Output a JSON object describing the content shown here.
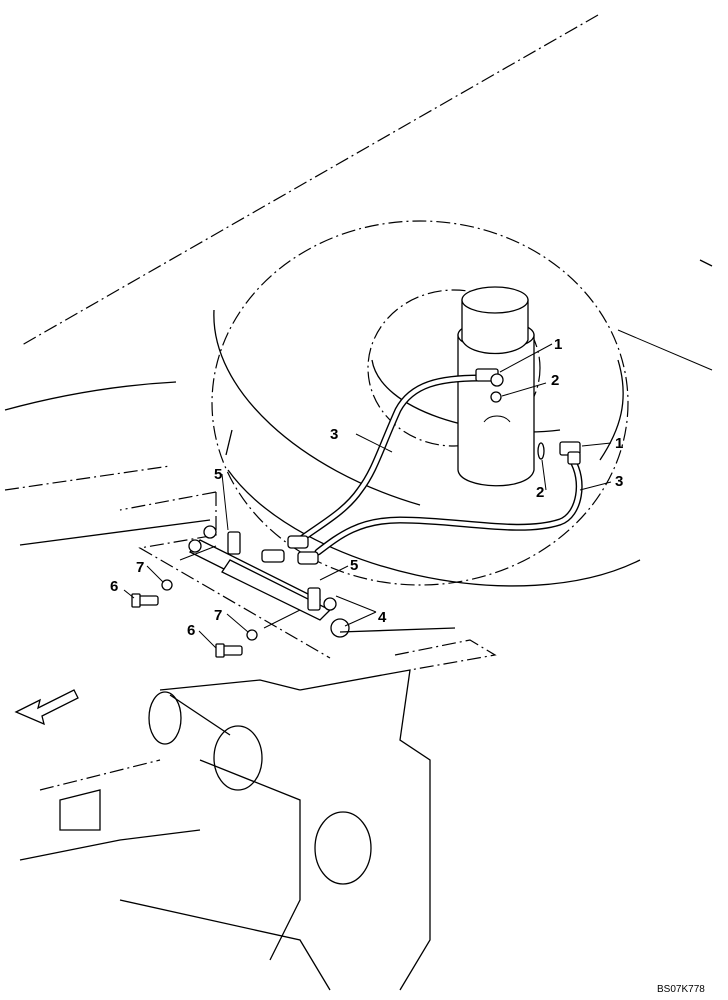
{
  "callouts": [
    {
      "id": "callout-1-top",
      "text": "1"
    },
    {
      "id": "callout-2-top",
      "text": "2"
    },
    {
      "id": "callout-3-left",
      "text": "3"
    },
    {
      "id": "callout-1-right",
      "text": "1"
    },
    {
      "id": "callout-2-right",
      "text": "2"
    },
    {
      "id": "callout-3-right",
      "text": "3"
    },
    {
      "id": "callout-5-top",
      "text": "5"
    },
    {
      "id": "callout-5-mid",
      "text": "5"
    },
    {
      "id": "callout-4",
      "text": "4"
    },
    {
      "id": "callout-7-top",
      "text": "7"
    },
    {
      "id": "callout-6-top",
      "text": "6"
    },
    {
      "id": "callout-7-bottom",
      "text": "7"
    },
    {
      "id": "callout-6-bottom",
      "text": "6"
    }
  ],
  "drawing_code": "BS07K778"
}
